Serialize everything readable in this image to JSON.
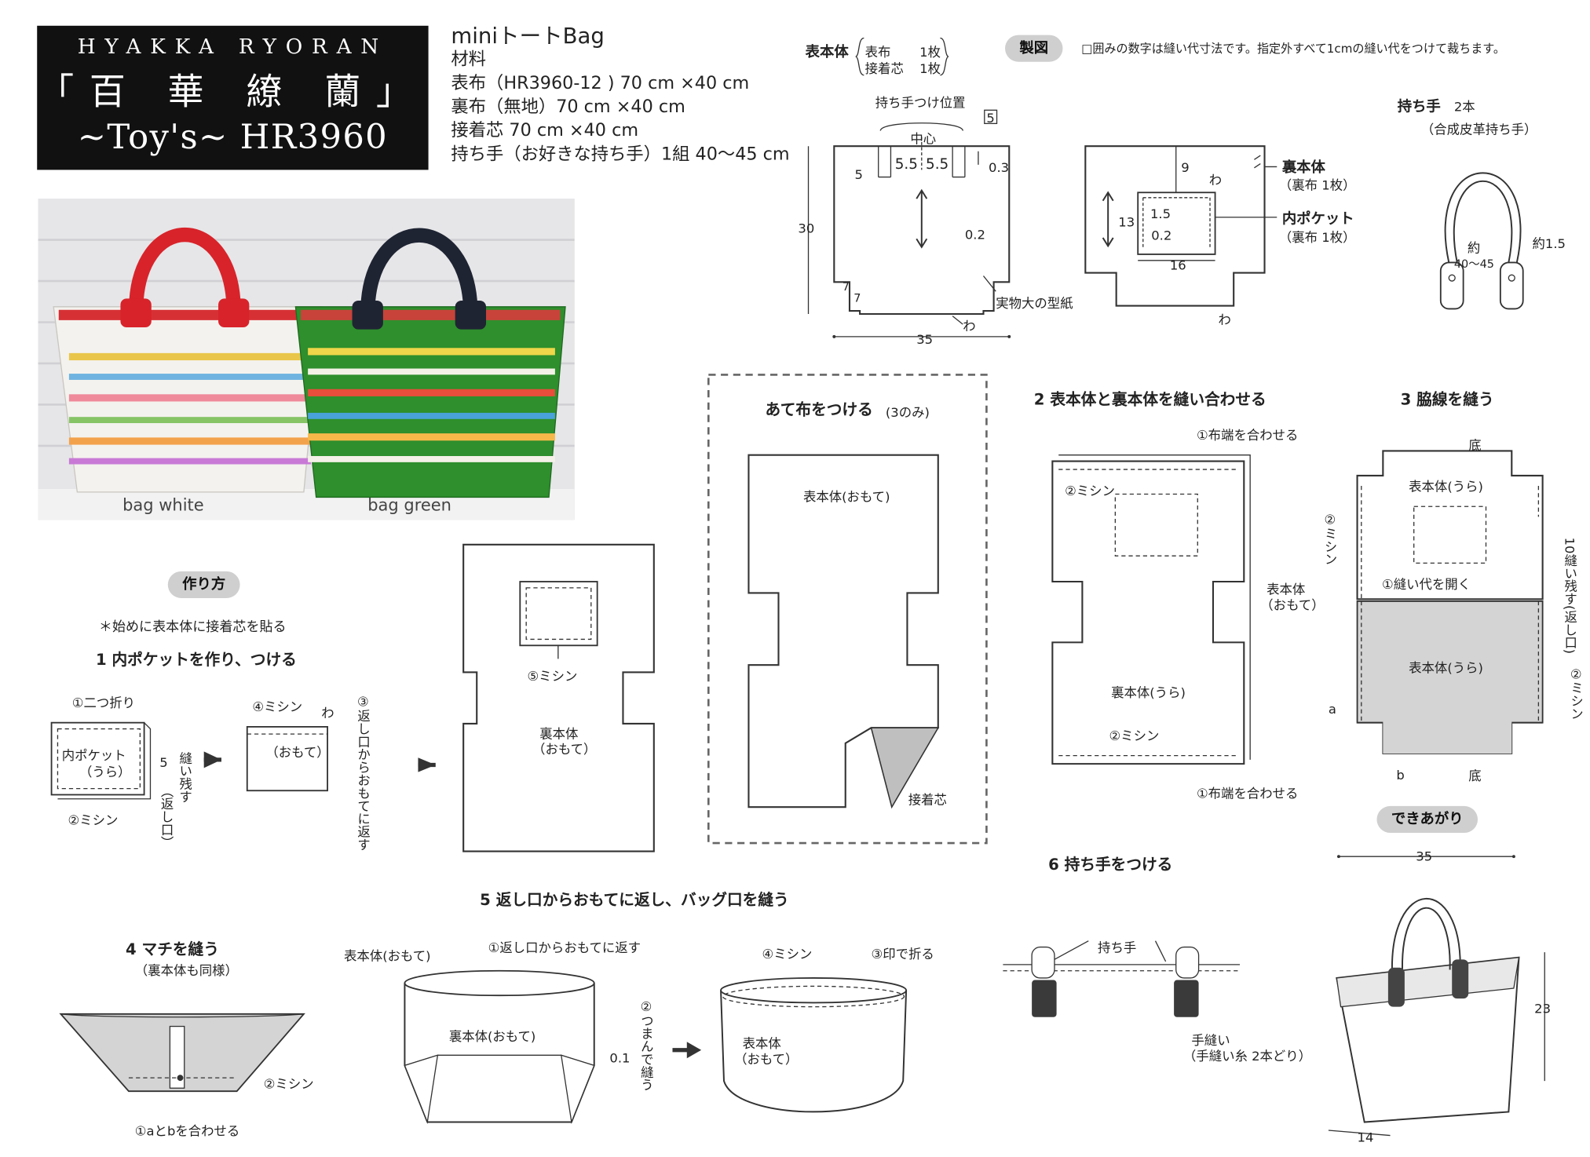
{
  "logo": {
    "line1": "HYAKKA RYORAN",
    "line2": "「百 華 繚 蘭」",
    "line3": "~Toy's~ HR3960"
  },
  "materials": {
    "title": "miniトートBag",
    "heading": "材料",
    "items": [
      "表布（HR3960-12 ) 70 cm ×40 cm",
      "裏布（無地）70 cm ×40 cm",
      "接着芯 70 cm ×40 cm",
      "持ち手（お好きな持ち手）1組 40～45 cm"
    ]
  },
  "photo": {
    "label_white": "bag white",
    "label_green": "bag green",
    "colors": {
      "white_bag": "#f4f2ee",
      "green_bag": "#2e8f2c",
      "red_handle": "#d8232a",
      "navy_handle": "#1f2433",
      "backdrop": "#e4e4e6"
    }
  },
  "top": {
    "omote_label": "表本体",
    "omote_sub1": "表布",
    "omote_sub1_qty": "1枚",
    "omote_sub2": "接着芯",
    "omote_sub2_qty": "1枚",
    "seizu_badge": "製図",
    "seizu_note": "□囲みの数字は縫い代寸法です。指定外すべて1cmの縫い代をつけて裁ちます。",
    "handle_pos": "持ち手つけ位置",
    "center": "中心",
    "d5": "5",
    "d55a": "5.5",
    "d55b": "5.5",
    "d03": "0.3",
    "box5": "5",
    "d30": "30",
    "d02": "0.2",
    "d7a": "7",
    "d7b": "7",
    "d35": "35",
    "wa": "わ",
    "pattern": "実物大の型紙",
    "d9": "9",
    "d13": "13",
    "d15": "1.5",
    "d02b": "0.2",
    "d16": "16",
    "wa2": "わ",
    "wa3": "わ",
    "ura_label": "裏本体",
    "ura_sub": "（裏布 1枚）",
    "pocket_label": "内ポケット",
    "pocket_sub": "（裏布 1枚）",
    "mochite_label": "持ち手",
    "mochite_count": "2本",
    "mochite_sub": "（合成皮革持ち手）",
    "yaku": "約",
    "yaku_len": "40～45",
    "yaku15": "約1.5"
  },
  "howto": {
    "badge": "作り方",
    "note": "＊始めに表本体に接着芯を貼る",
    "step1": "1 内ポケットを作り、つける",
    "s1_fold": "①二つ折り",
    "s1_pocket": "内ポケット",
    "s1_ura": "（うら）",
    "s1_5": "5",
    "s1_left_open": "縫い残す",
    "s1_return": "（返し口）",
    "s1_sew": "②ミシン",
    "s1_sew4": "④ミシン",
    "s1_wa": "わ",
    "s1_omote": "（おもて）",
    "s1_turn": "③返し口からおもてに返す",
    "s1_sew5": "⑤ミシン",
    "s1_body": "裏本体",
    "s1_body2": "（おもて）"
  },
  "atenuno": {
    "title": "あて布をつける",
    "sub": "(3のみ)",
    "body": "表本体(おもて)",
    "interfacing": "接着芯"
  },
  "step2": {
    "title": "2 表本体と裏本体を縫い合わせる",
    "align1": "①布端を合わせる",
    "sew": "②ミシン",
    "omote": "表本体",
    "omote2": "（おもて）",
    "ura": "裏本体(うら)",
    "sew2": "②ミシン",
    "align2": "①布端を合わせる"
  },
  "step3": {
    "title": "3 脇線を縫う",
    "bottom": "底",
    "ura": "表本体(うら)",
    "sew": "②ミシン",
    "open": "①縫い代を開く",
    "left": "10縫い残す(返し口)",
    "ura2": "表本体(うら)",
    "sew2": "②ミシン",
    "a": "a",
    "b": "b",
    "bottom2": "底"
  },
  "dekiagari": {
    "badge": "できあがり",
    "d35": "35",
    "d23": "23",
    "d14": "14"
  },
  "step4": {
    "title": "4 マチを縫う",
    "sub": "（裏本体も同様）",
    "sew": "②ミシン",
    "align": "①aとbを合わせる"
  },
  "step5": {
    "title": "5 返し口からおもてに返し、バッグ口を縫う",
    "omote": "表本体(おもて)",
    "turn": "①返し口からおもてに返す",
    "ura": "裏本体(おもて)",
    "pinch": "②つまんで縫う",
    "d01": "0.1",
    "sew4": "④ミシン",
    "fold": "③印で折る",
    "body": "表本体",
    "body2": "（おもて）"
  },
  "step6": {
    "title": "6 持ち手をつける",
    "handle": "持ち手",
    "hand": "手縫い",
    "thread": "（手縫い糸 2本どり）"
  }
}
